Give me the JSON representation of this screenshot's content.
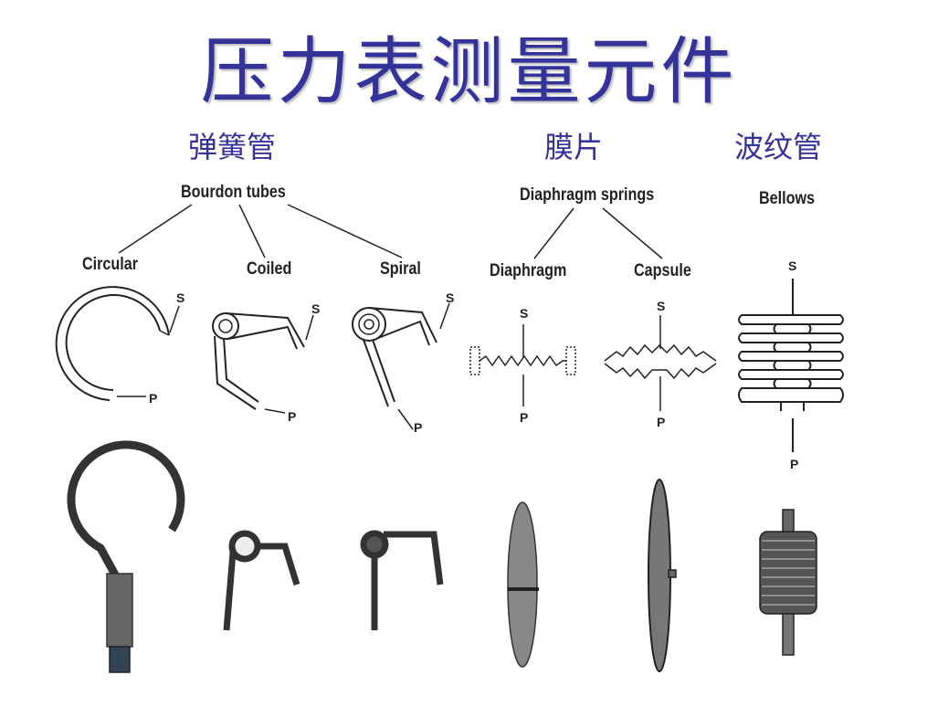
{
  "title": "压力表测量元件",
  "categories": {
    "bourdon_cn": "弹簧管",
    "diaphragm_cn": "膜片",
    "bellows_cn": "波纹管"
  },
  "diagram": {
    "bourdon": "Bourdon tubes",
    "circular": "Circular",
    "coiled": "Coiled",
    "spiral": "Spiral",
    "diaphragm_springs": "Diaphragm springs",
    "diaphragm": "Diaphragm",
    "capsule": "Capsule",
    "bellows": "Bellows",
    "s": "S",
    "p": "P"
  },
  "colors": {
    "title": "#333399"
  }
}
